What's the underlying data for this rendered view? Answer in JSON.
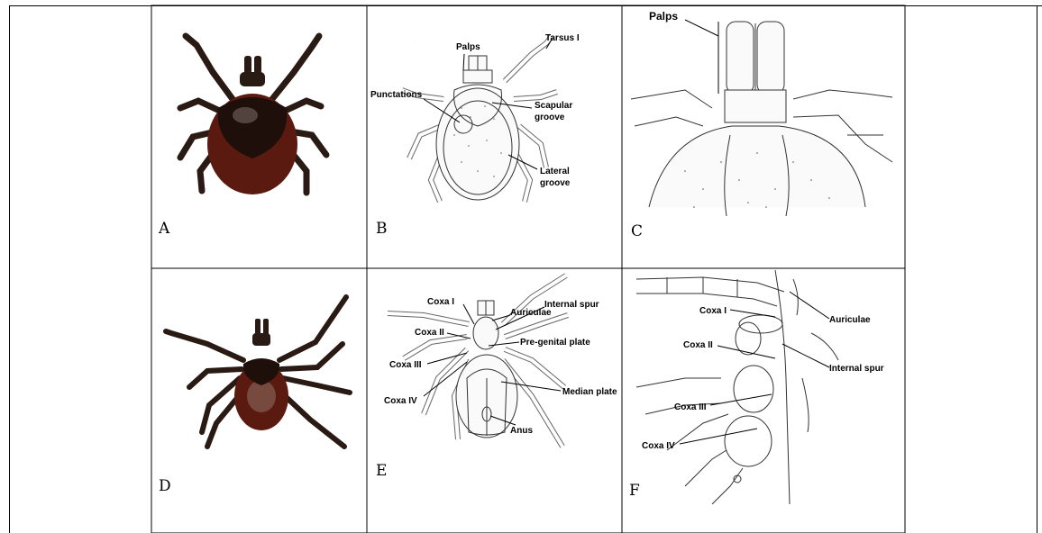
{
  "panels": [
    {
      "id": "A",
      "letter": "A",
      "labels": []
    },
    {
      "id": "B",
      "letter": "B",
      "labels": [
        "Palps",
        "Tarsus I",
        "Punctations",
        "Scapular",
        "groove",
        "Lateral",
        "groove"
      ]
    },
    {
      "id": "C",
      "letter": "C",
      "labels": [
        "Palps"
      ]
    },
    {
      "id": "D",
      "letter": "D",
      "labels": []
    },
    {
      "id": "E",
      "letter": "E",
      "labels": [
        "Coxa I",
        "Auriculae",
        "Internal spur",
        "Coxa II",
        "Pre-genital plate",
        "Coxa III",
        "Coxa IV",
        "Median plate",
        "Anus"
      ]
    },
    {
      "id": "F",
      "letter": "F",
      "labels": [
        "Coxa I",
        "Auriculae",
        "Coxa II",
        "Internal spur",
        "Coxa III",
        "Coxa IV"
      ]
    }
  ],
  "colors": {
    "tick_dark": "#1e0f0b",
    "tick_abdomen": "#5a1a10",
    "grid": "#000000"
  }
}
